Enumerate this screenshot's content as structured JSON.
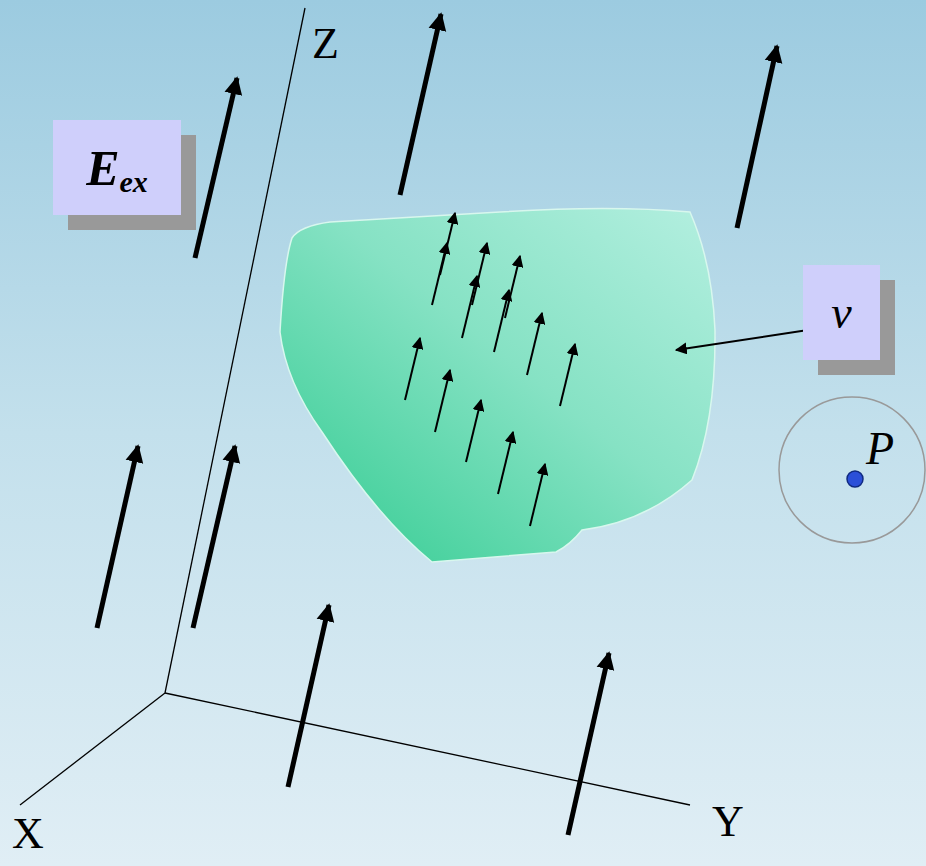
{
  "diagram": {
    "nodes": [
      {
        "text": [
          "E",
          "ex"
        ]
      },
      {
        "text": [
          "v"
        ]
      },
      {
        "text": [
          "P"
        ]
      }
    ],
    "labels": [
      "Z",
      "Y",
      "X"
    ]
  }
}
